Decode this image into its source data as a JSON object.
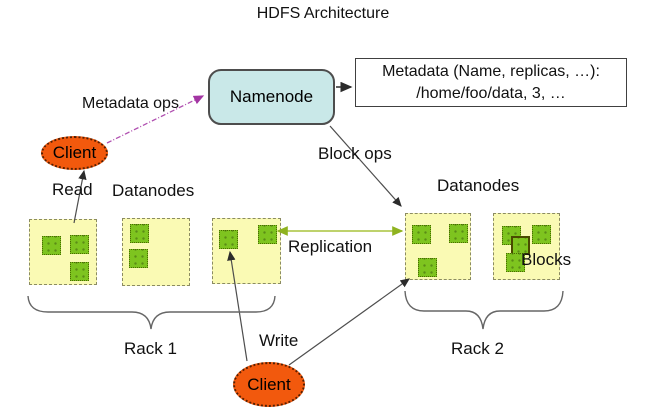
{
  "title": "HDFS Architecture",
  "namenode": {
    "label": "Namenode"
  },
  "metadata_note": {
    "line1": "Metadata (Name, replicas, …):",
    "line2": "/home/foo/data, 3, …"
  },
  "clients": {
    "top": "Client",
    "bottom": "Client"
  },
  "labels": {
    "metadata_ops": "Metadata ops",
    "block_ops": "Block ops",
    "read": "Read",
    "write": "Write",
    "replication": "Replication",
    "blocks": "Blocks",
    "datanodes_left": "Datanodes",
    "datanodes_right": "Datanodes",
    "rack1": "Rack 1",
    "rack2": "Rack 2"
  },
  "racks": {
    "rack1_node_count": 3,
    "rack2_node_count": 2,
    "blocks_per_node": [
      3,
      2,
      2,
      3,
      4
    ]
  },
  "colors": {
    "namenode-fill": "#c9e8e8",
    "client-fill": "#f2590d",
    "node-fill": "#fafab4",
    "block-fill": "#7ec41f",
    "replication-line": "#a8c43c",
    "metadata-ops-line": "#b04fb0",
    "line": "#404040"
  }
}
